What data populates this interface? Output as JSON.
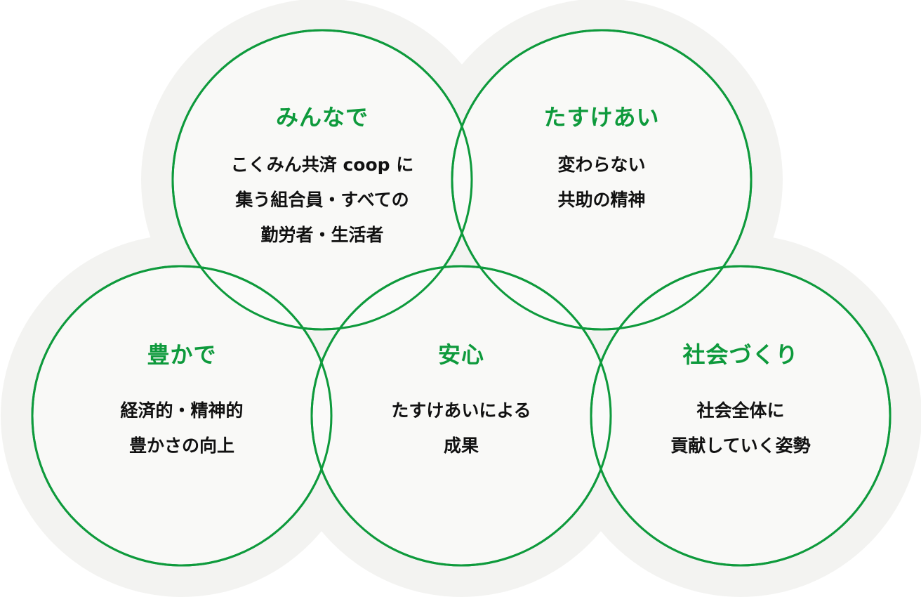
{
  "colors": {
    "accent": "#0e9a3c",
    "background_blob": "#f3f3f1",
    "circle_fill": "#fafaf9"
  },
  "circles": [
    {
      "title": "みんなで",
      "lines": [
        "こくみん共済 coop に",
        "集う組合員・すべての",
        "勤労者・生活者"
      ]
    },
    {
      "title": "たすけあい",
      "lines": [
        "変わらない",
        "共助の精神"
      ]
    },
    {
      "title": "豊かで",
      "lines": [
        "経済的・精神的",
        "豊かさの向上"
      ]
    },
    {
      "title": "安心",
      "lines": [
        "たすけあいによる",
        "成果"
      ]
    },
    {
      "title": "社会づくり",
      "lines": [
        "社会全体に",
        "貢献していく姿勢"
      ]
    }
  ]
}
